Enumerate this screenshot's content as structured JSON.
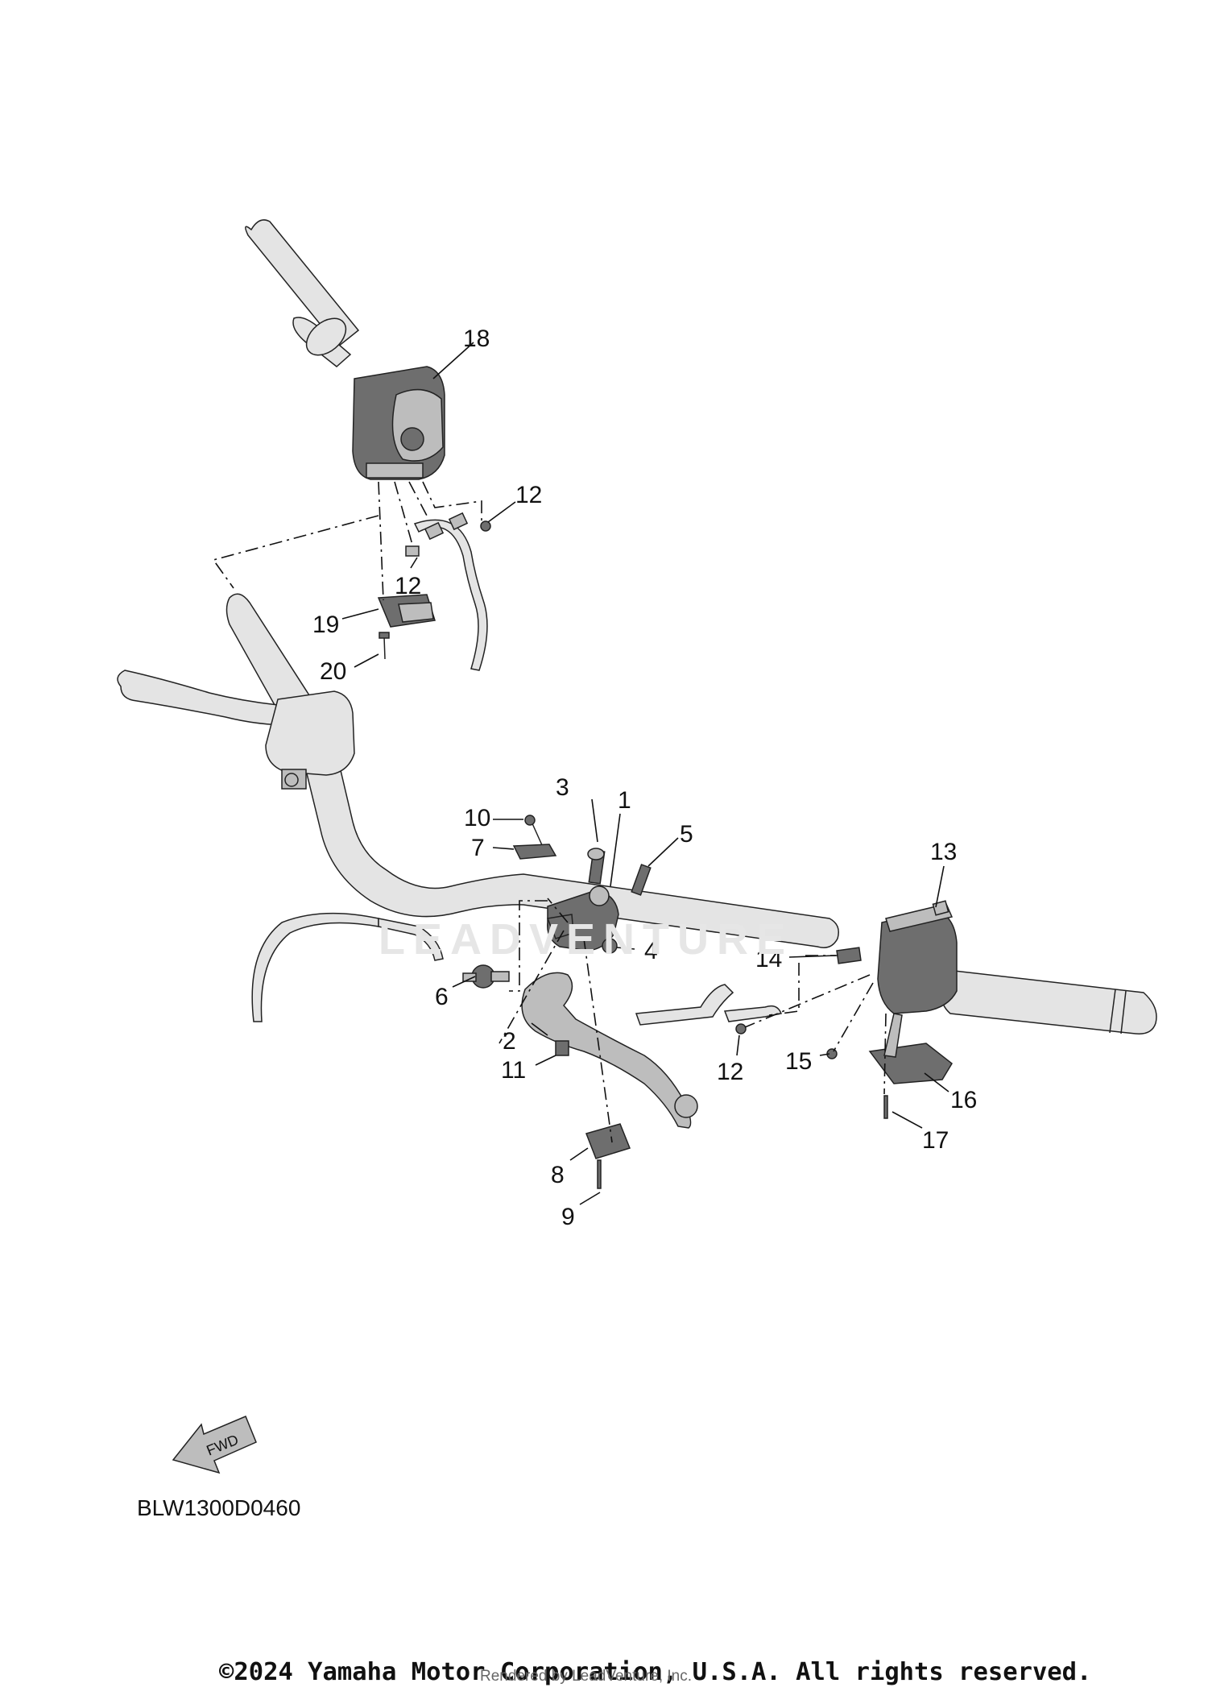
{
  "diagram": {
    "code": "BLW1300D0460",
    "fwd_label": "FWD",
    "watermark": "LEADVENTURE",
    "copyright": "©2024 Yamaha Motor Corporation, U.S.A. All rights reserved.",
    "rendered_by": "Rendered by LeadVenture, Inc.",
    "callouts": [
      {
        "num": "1"
      },
      {
        "num": "2"
      },
      {
        "num": "3"
      },
      {
        "num": "4"
      },
      {
        "num": "5"
      },
      {
        "num": "6"
      },
      {
        "num": "7"
      },
      {
        "num": "8"
      },
      {
        "num": "9"
      },
      {
        "num": "10"
      },
      {
        "num": "11"
      },
      {
        "num": "12"
      },
      {
        "num": "12"
      },
      {
        "num": "12"
      },
      {
        "num": "13"
      },
      {
        "num": "14"
      },
      {
        "num": "15"
      },
      {
        "num": "16"
      },
      {
        "num": "17"
      },
      {
        "num": "18"
      },
      {
        "num": "19"
      },
      {
        "num": "20"
      }
    ]
  }
}
